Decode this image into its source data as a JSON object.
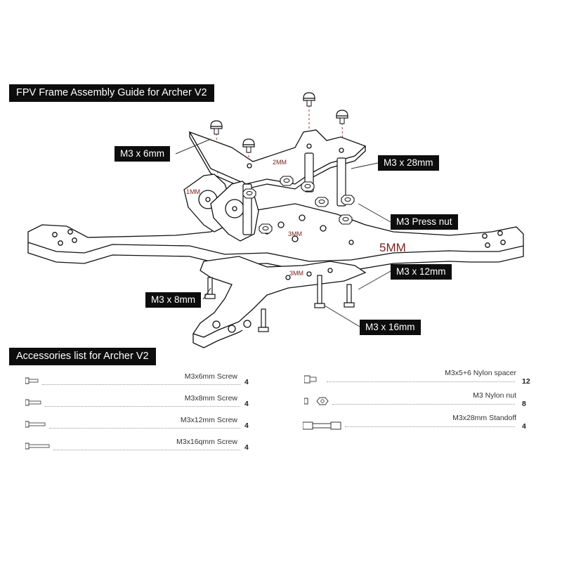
{
  "assembly": {
    "title": "FPV Frame Assembly Guide for Archer V2",
    "callouts": {
      "m3x6": "M3 x 6mm",
      "m3x28": "M3 x 28mm",
      "press_nut": "M3 Press nut",
      "m3x12": "M3 x 12mm",
      "m3x8": "M3 x 8mm",
      "m3x16": "M3 x 16mm"
    },
    "thickness_marks": {
      "arm": "5MM",
      "top_plate": "2MM",
      "mid_plate": "3MM",
      "bottom_plate": "3MM",
      "side_plate": "1MM"
    }
  },
  "accessories": {
    "title": "Accessories list for Archer V2",
    "left_items": [
      {
        "name": "M3x6mm Screw",
        "qty": "4",
        "icon": "short-screw-icon"
      },
      {
        "name": "M3x8mm Screw",
        "qty": "4",
        "icon": "screw-icon"
      },
      {
        "name": "M3x12mm Screw",
        "qty": "4",
        "icon": "screw-icon"
      },
      {
        "name": "M3x16qmm Screw",
        "qty": "4",
        "icon": "long-screw-icon"
      }
    ],
    "right_items": [
      {
        "name": "M3x5+6 Nylon spacer",
        "qty": "12",
        "icon": "nylon-spacer-icon"
      },
      {
        "name": "M3 Nylon nut",
        "qty": "8",
        "icon": "nylon-nut-icon"
      },
      {
        "name": "M3x28mm Standoff",
        "qty": "4",
        "icon": "standoff-icon"
      }
    ]
  }
}
